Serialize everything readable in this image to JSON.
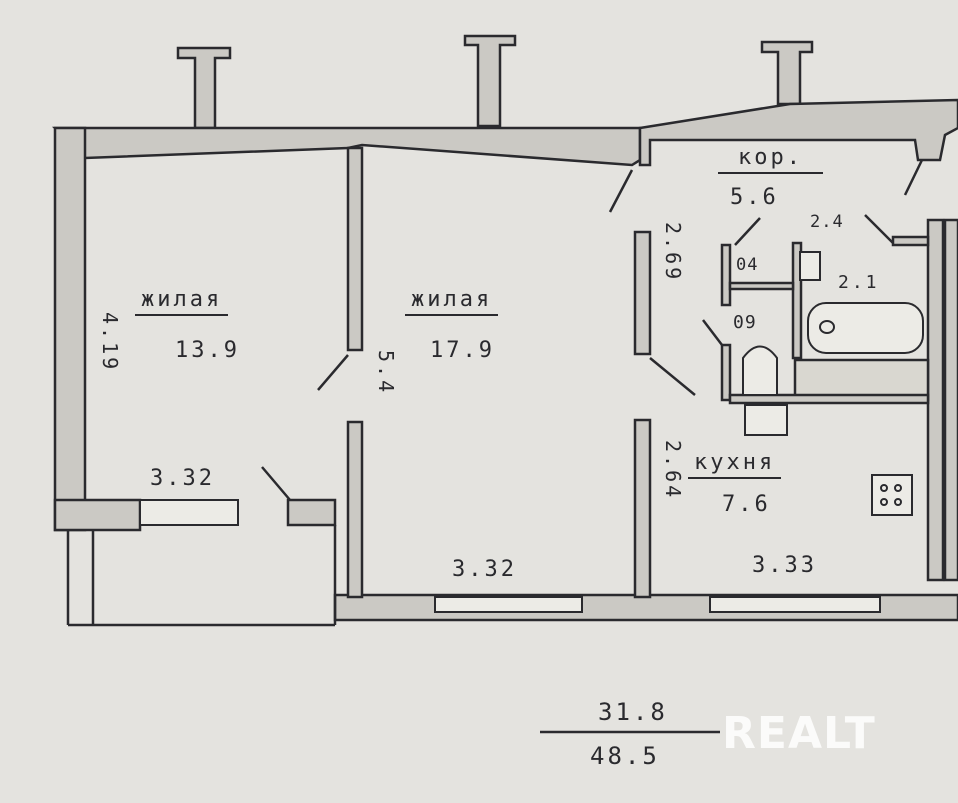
{
  "rooms": [
    {
      "name": "жилая",
      "area": "13.9",
      "height_label": "4.19",
      "width_label": "3.32"
    },
    {
      "name": "жилая",
      "area": "17.9",
      "height_label": "5.4",
      "width_label": "3.32"
    },
    {
      "name": "кор.",
      "area": "5.6"
    },
    {
      "name": "кухня",
      "area": "7.6",
      "height_label": "2.64",
      "width_label": "3.33"
    }
  ],
  "small_rooms": {
    "closet": "04",
    "toilet": "09",
    "bath": "2.1",
    "bath_width": "2.4",
    "corridor_height": "2.69"
  },
  "totals": {
    "living": "31.8",
    "total": "48.5"
  },
  "watermark": "REALT",
  "colors": {
    "paper": "#e4e3df",
    "ink": "#2a2a2e",
    "wall": "#c9c7c2"
  }
}
